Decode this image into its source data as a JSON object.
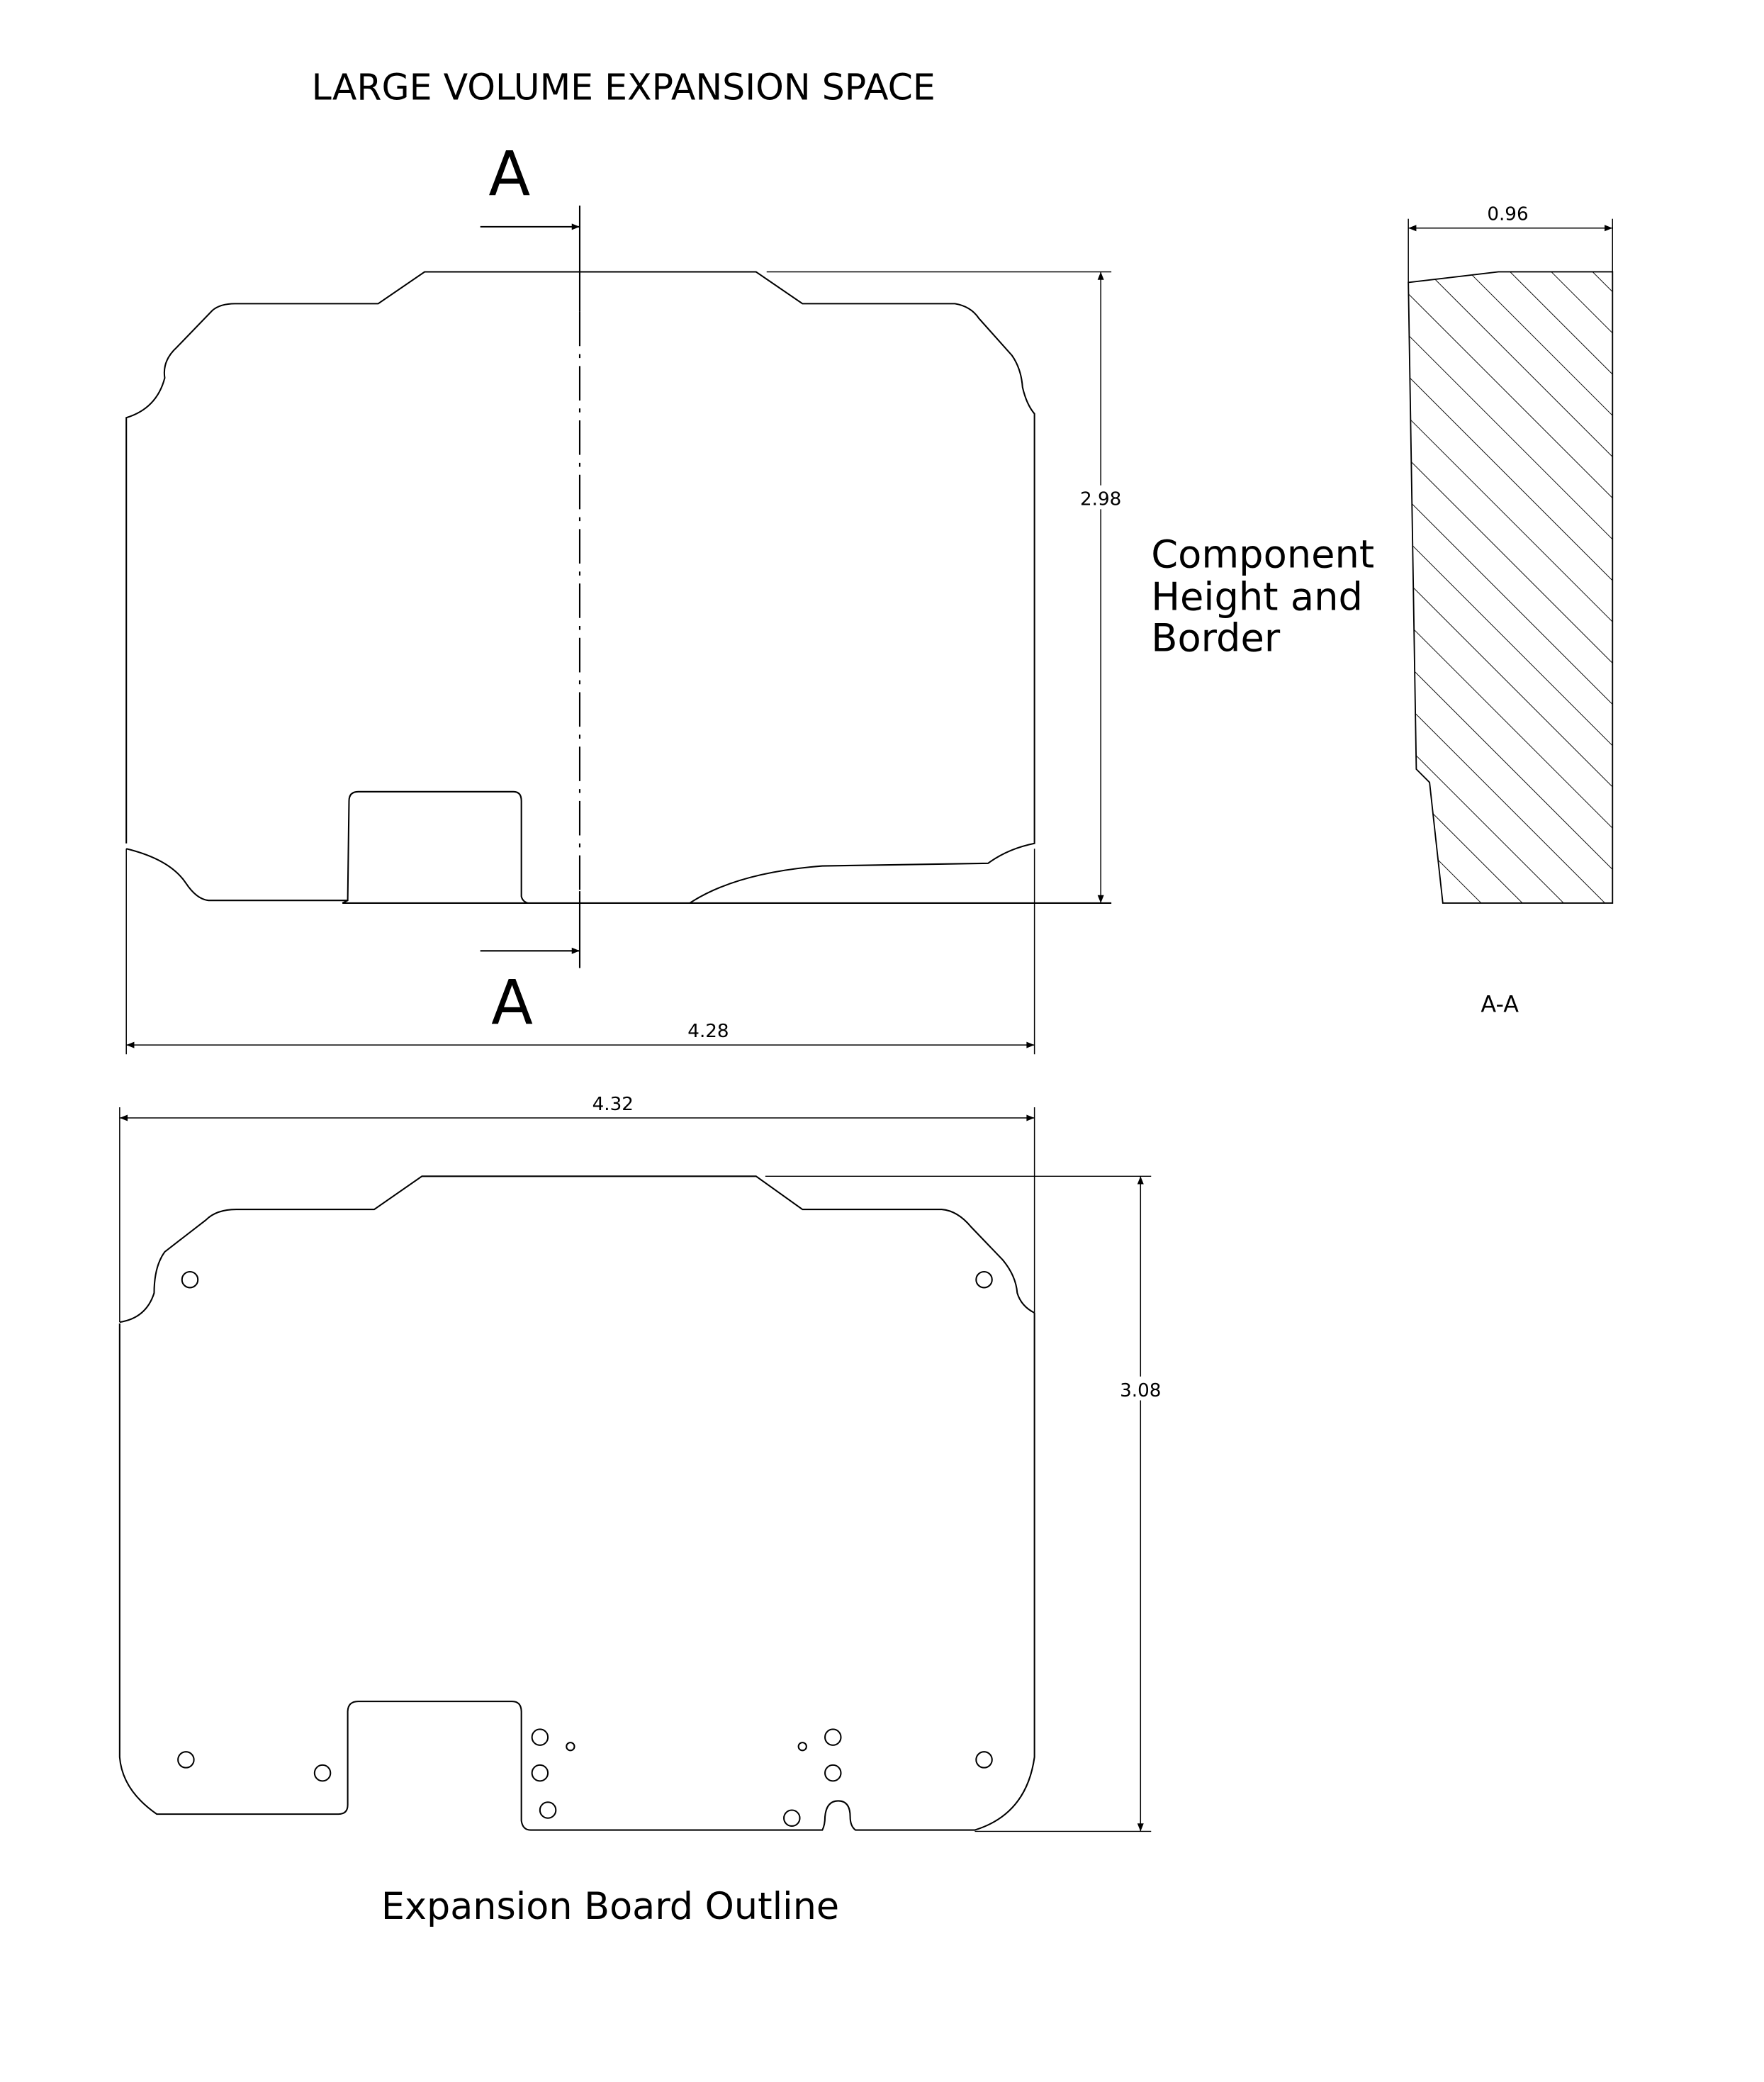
{
  "title": "LARGE VOLUME EXPANSION SPACE",
  "section_marker": {
    "top_label": "A",
    "bottom_label": "A"
  },
  "top_view": {
    "width_dimension": "4.28",
    "height_dimension": "2.98"
  },
  "component_note": {
    "lines": [
      "Component",
      "Height and",
      "Border"
    ]
  },
  "section_view": {
    "label": "A-A",
    "width_dimension": "0.96"
  },
  "board_outline": {
    "width_dimension": "4.32",
    "height_dimension": "3.08",
    "caption": "Expansion Board Outline"
  }
}
